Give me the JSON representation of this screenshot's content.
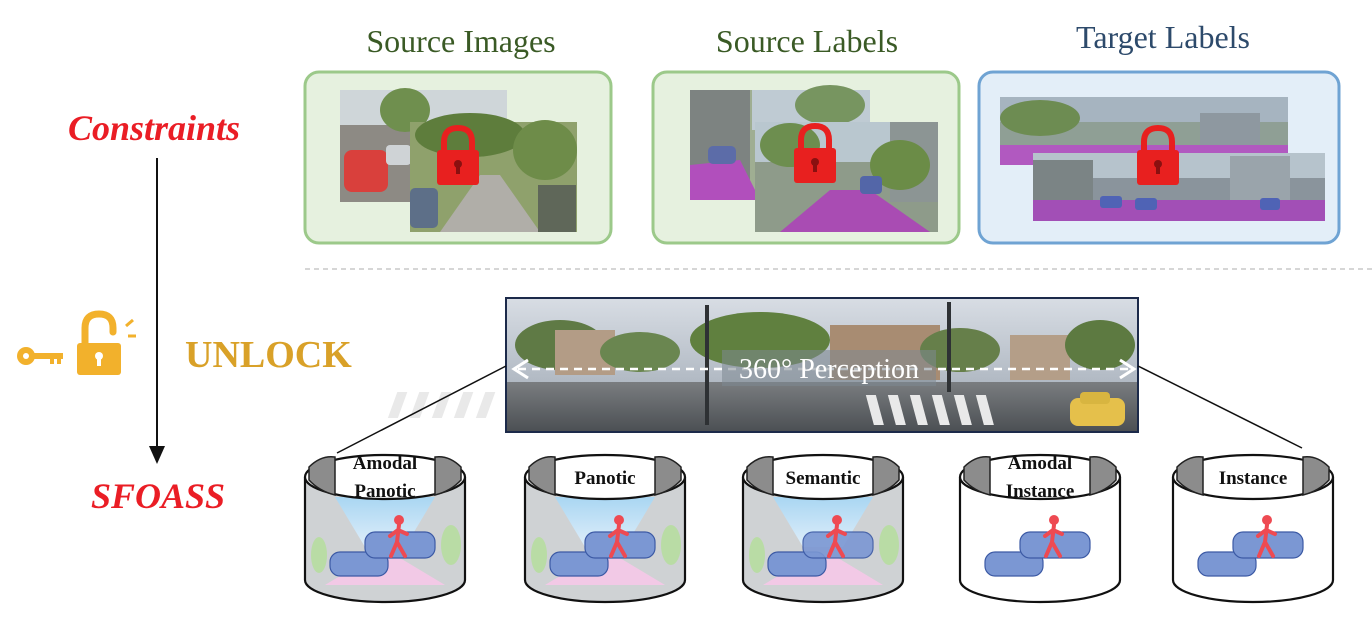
{
  "left": {
    "constraints": "Constraints",
    "unlock": "UNLOCK",
    "sfoass": "SFOASS"
  },
  "panels": [
    {
      "title": "Source Images",
      "title_color": "#3a5a25"
    },
    {
      "title": "Source Labels",
      "title_color": "#3a5a25"
    },
    {
      "title": "Target Labels",
      "title_color": "#2d4a6b"
    }
  ],
  "panorama": {
    "label": "360° Perception"
  },
  "cylinders": [
    {
      "line1": "Amodal",
      "line2": "Panotic"
    },
    {
      "line1": "Panotic",
      "line2": ""
    },
    {
      "line1": "Semantic",
      "line2": ""
    },
    {
      "line1": "Amodal",
      "line2": "Instance"
    },
    {
      "line1": "Instance",
      "line2": ""
    }
  ],
  "colors": {
    "constraint_red": "#ea1d25",
    "unlock_gold": "#d9a128",
    "lock_red": "#e8201f",
    "green_border": "#9cc98a",
    "green_fill": "#e6f1df",
    "blue_border": "#6fa3d3",
    "blue_fill": "#e3eef8"
  }
}
